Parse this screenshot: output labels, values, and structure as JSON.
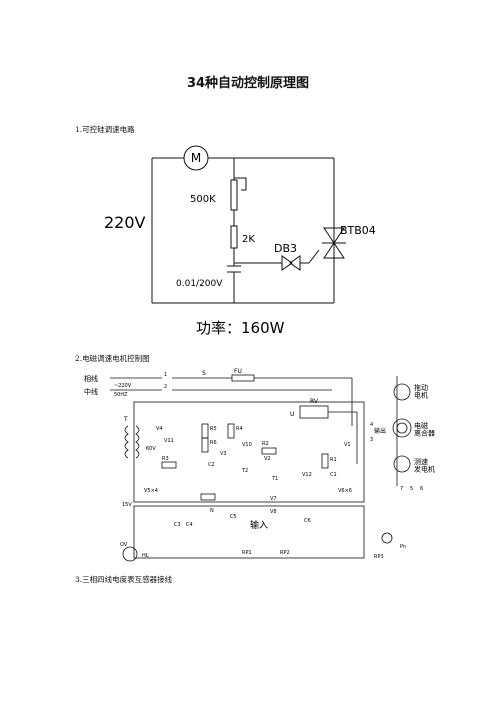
{
  "title": "34种自动控制原理图",
  "sections": [
    {
      "caption": "1.可控硅调速电路",
      "labels": {
        "voltage": "220V",
        "motor": "M",
        "pot": "500K",
        "resistor": "2K",
        "diac": "DB3",
        "triac": "BTB04",
        "capacitor": "0.01/200V",
        "power": "功率：160W"
      }
    },
    {
      "caption": "2.电磁调速电机控制图",
      "labels": {
        "phase": "相线",
        "neutral": "中线",
        "v220": "~220V",
        "hz50": "50HZ",
        "s": "S",
        "fu": "FU",
        "t1": "1",
        "t2": "2",
        "t3": "3",
        "t4": "4",
        "t5": "5",
        "t6": "6",
        "t7": "7",
        "rv": "RV",
        "u": "U",
        "output": "输出",
        "v1": "V1",
        "drive_motor": "拖动\n电机",
        "clutch": "电磁\n离合器",
        "tach": "测速\n发电机",
        "T": "T",
        "v4": "V4",
        "v11": "V11",
        "v60": "60V",
        "r5": "R5",
        "r6": "R6",
        "r4": "R4",
        "r3": "R3",
        "v3": "V3",
        "c2": "C2",
        "v10": "V10",
        "r2": "R2",
        "v2": "V2",
        "t_2": "T2",
        "t_1": "T1",
        "r1": "R1",
        "c1": "C1",
        "v12": "V12",
        "v5x4": "V5×4",
        "v15": "15V",
        "c3": "C3",
        "c4": "C4",
        "n": "N",
        "c5": "C5",
        "v7": "V7",
        "v8": "V8",
        "input": "输入",
        "v6x6": "V6×6",
        "c6": "C6",
        "rp1": "RP1",
        "rp2": "RP2",
        "rp3": "RP3",
        "pn": "Pn",
        "ov": "OV",
        "hl": "HL"
      }
    },
    {
      "caption": "3.三相四线电度表互感器接线"
    }
  ]
}
